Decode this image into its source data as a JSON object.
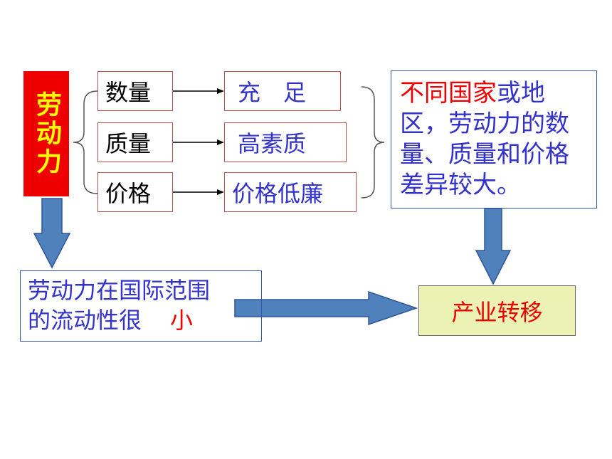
{
  "labor": {
    "text": "劳动力"
  },
  "factors": [
    {
      "label": "数量",
      "value": "充　足"
    },
    {
      "label": "质量",
      "value": "高素质"
    },
    {
      "label": "价格",
      "value": "价格低廉"
    }
  ],
  "difference": {
    "highlight": "不同国家",
    "rest": "或地区，劳动力的数量、质量和价格差异较大。"
  },
  "mobility": {
    "line1": "劳动力在国际范围",
    "line2_prefix": "的流动性很",
    "line2_answer": "小"
  },
  "industry_transfer": {
    "text": "产业转移"
  },
  "colors": {
    "labor_bg": "#ee0000",
    "labor_text": "#ffff00",
    "value_text": "#3333cc",
    "highlight_text": "#ee0000",
    "arrow_fill": "#4f81bd",
    "industry_bg": "#ebf2b4"
  }
}
